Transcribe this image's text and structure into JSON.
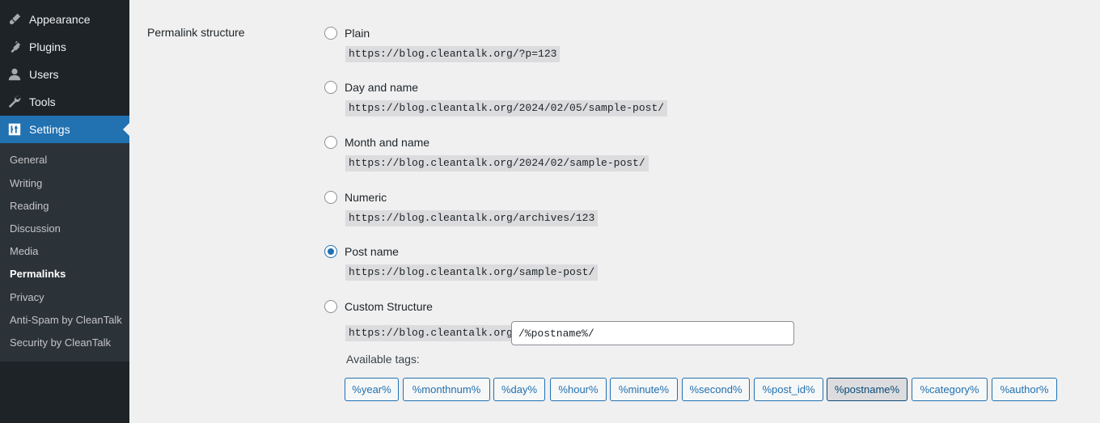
{
  "sidebar": {
    "menu": [
      {
        "label": "Appearance",
        "icon": "paintbrush-icon"
      },
      {
        "label": "Plugins",
        "icon": "plug-icon"
      },
      {
        "label": "Users",
        "icon": "user-icon"
      },
      {
        "label": "Tools",
        "icon": "wrench-icon"
      },
      {
        "label": "Settings",
        "icon": "sliders-icon",
        "current": true
      }
    ],
    "submenu": [
      "General",
      "Writing",
      "Reading",
      "Discussion",
      "Media",
      "Permalinks",
      "Privacy",
      "Anti-Spam by CleanTalk",
      "Security by CleanTalk"
    ],
    "current_submenu": "Permalinks"
  },
  "permalinks": {
    "title": "Permalink structure",
    "options": [
      {
        "label": "Plain",
        "example": "https://blog.cleantalk.org/?p=123",
        "checked": false
      },
      {
        "label": "Day and name",
        "example": "https://blog.cleantalk.org/2024/02/05/sample-post/",
        "checked": false
      },
      {
        "label": "Month and name",
        "example": "https://blog.cleantalk.org/2024/02/sample-post/",
        "checked": false
      },
      {
        "label": "Numeric",
        "example": "https://blog.cleantalk.org/archives/123",
        "checked": false
      },
      {
        "label": "Post name",
        "example": "https://blog.cleantalk.org/sample-post/",
        "checked": true
      },
      {
        "label": "Custom Structure",
        "checked": false
      }
    ],
    "custom_base": "https://blog.cleantalk.org",
    "custom_value": "/%postname%/",
    "tags_label": "Available tags:",
    "tags": [
      "%year%",
      "%monthnum%",
      "%day%",
      "%hour%",
      "%minute%",
      "%second%",
      "%post_id%",
      "%postname%",
      "%category%",
      "%author%"
    ],
    "active_tag": "%postname%"
  },
  "colors": {
    "sidebar_bg": "#1d2327",
    "accent": "#2271b1",
    "page_bg": "#f0f0f1"
  }
}
